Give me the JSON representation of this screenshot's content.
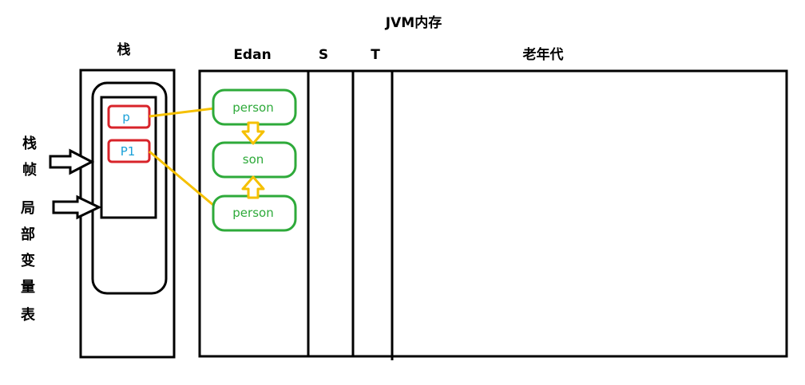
{
  "title": "JVM内存",
  "stack": {
    "header": "栈",
    "variables": [
      "p",
      "P1"
    ]
  },
  "heap": {
    "eden_header": "Edan",
    "s_header": "S",
    "t_header": "T",
    "old_header": "老年代",
    "objects": [
      "person",
      "son",
      "person"
    ]
  },
  "side_labels": {
    "frame": [
      "栈",
      "帧"
    ],
    "local_table": [
      "局",
      "部",
      "变",
      "量",
      "表"
    ]
  },
  "colors": {
    "outline": "#000000",
    "variable_border": "#d8232a",
    "variable_text": "#1aa0d8",
    "object_border": "#2eaa3a",
    "object_text": "#2eaa3a",
    "reference_line": "#f5c000"
  }
}
